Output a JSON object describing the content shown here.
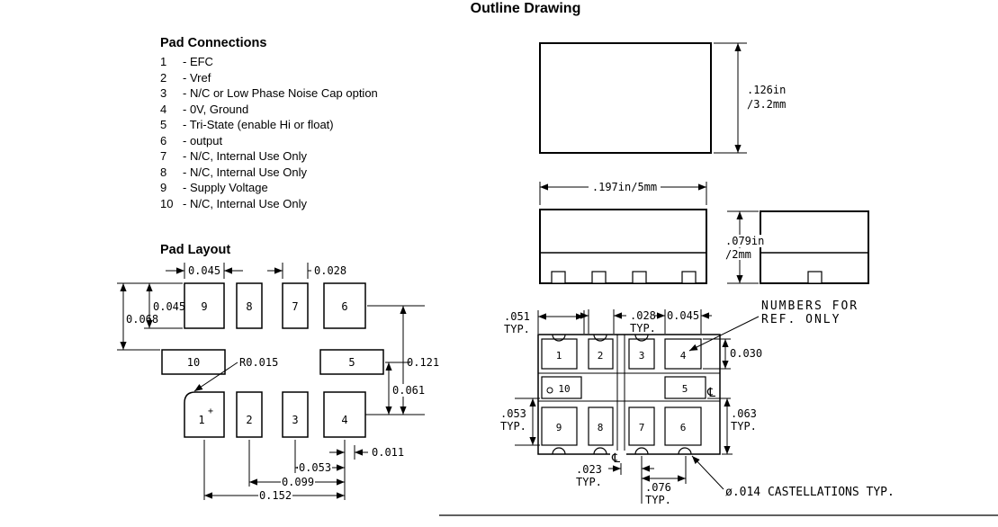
{
  "title": "Outline Drawing",
  "pad_connections": {
    "heading": "Pad Connections",
    "items": [
      {
        "num": "1",
        "desc": "- EFC"
      },
      {
        "num": "2",
        "desc": "- Vref"
      },
      {
        "num": "3",
        "desc": "- N/C or Low Phase Noise Cap option"
      },
      {
        "num": "4",
        "desc": "- 0V, Ground"
      },
      {
        "num": "5",
        "desc": "- Tri-State (enable Hi or float)"
      },
      {
        "num": "6",
        "desc": "- output"
      },
      {
        "num": "7",
        "desc": "- N/C, Internal Use Only"
      },
      {
        "num": "8",
        "desc": "- N/C, Internal Use Only"
      },
      {
        "num": "9",
        "desc": "- Supply Voltage"
      },
      {
        "num": "10",
        "desc": "- N/C, Internal Use Only"
      }
    ]
  },
  "pad_layout": {
    "heading": "Pad Layout",
    "pads": {
      "n1": "1",
      "n2": "2",
      "n3": "3",
      "n4": "4",
      "n5": "5",
      "n6": "6",
      "n7": "7",
      "n8": "8",
      "n9": "9",
      "n10": "10"
    },
    "plus_mark": "+",
    "dims": {
      "pad9_width": "0.045",
      "pad7_width": "0.028",
      "pad_height": "0.045",
      "row_pitch": "0.068",
      "corner_radius": "R0.015",
      "col_span_right": "0.121",
      "mid_span_right": "0.061",
      "castellation_offset": "0.011",
      "pitch_3_4": "0.053",
      "pitch_2_4": "0.099",
      "pitch_1_4": "0.152"
    }
  },
  "views": {
    "top": {
      "height_in": ".126in",
      "height_mm": "/3.2mm"
    },
    "front": {
      "width": ".197in/5mm"
    },
    "side": {
      "height_in": ".079in",
      "height_mm": "/2mm"
    }
  },
  "bottom_view": {
    "pads": {
      "n1": "1",
      "n2": "2",
      "n3": "3",
      "n4": "4",
      "n5": "5",
      "n6": "6",
      "n7": "7",
      "n8": "8",
      "n9": "9",
      "n10": "10"
    },
    "centerline": "℄",
    "dims": {
      "d051": ".051",
      "d051_typ": "TYP.",
      "d028": ".028",
      "d028_typ": "TYP.",
      "d045": "0.045",
      "d030": "0.030",
      "d063": ".063",
      "d063_typ": "TYP.",
      "d053": ".053",
      "d053_typ": "TYP.",
      "d023": ".023",
      "d023_typ": "TYP.",
      "d076": ".076",
      "d076_typ": "TYP."
    },
    "notes": {
      "ref_line1": "NUMBERS FOR",
      "ref_line2": "REF. ONLY",
      "castellations": "ø.014 CASTELLATIONS TYP."
    }
  }
}
